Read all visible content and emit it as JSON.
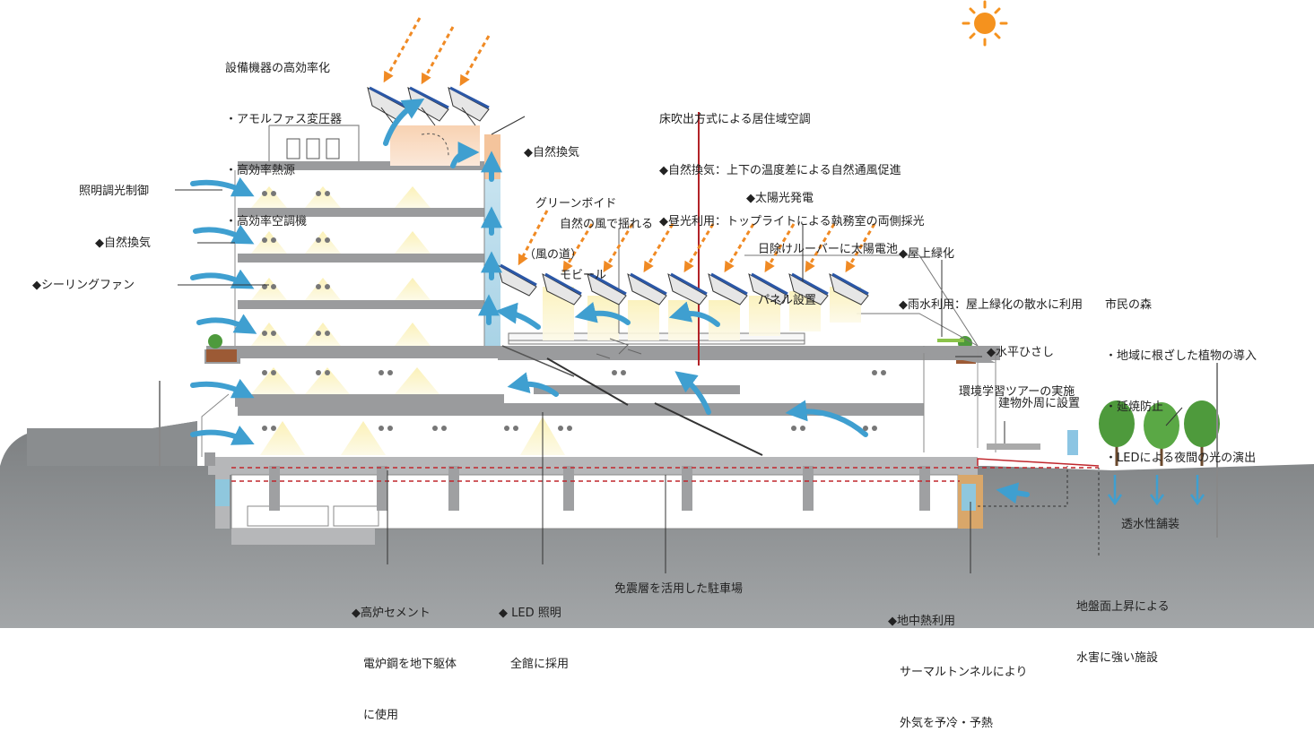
{
  "labels": {
    "equipment": [
      "設備機器の高効率化",
      "・アモルファス変圧器",
      "・高効率熱源",
      "・高効率空調機"
    ],
    "floor_ac": [
      "床吹出方式による居住域空調",
      "◆自然換気：上下の温度差による自然通風促進",
      "◆昼光利用：トップライトによる執務室の両側採光"
    ],
    "green_void": [
      "◆自然換気",
      "　グリーンボイド",
      "（風の道）"
    ],
    "lighting_control": "照明調光制御",
    "natural_vent": "◆自然換気",
    "ceiling_fan": "◆シーリングファン",
    "mobile": [
      "自然の風で揺れる",
      "モビール"
    ],
    "solar": [
      "◆太陽光発電",
      "　日除けルーバーに太陽電池",
      "　パネル設置"
    ],
    "rooftop": [
      "◆屋上緑化",
      "◆雨水利用：屋上緑化の散水に利用"
    ],
    "forest": [
      "市民の森",
      "・地域に根ざした植物の導入",
      "・延焼防止",
      "・LEDによる夜間の光の演出"
    ],
    "eaves": [
      "◆水平ひさし",
      "　建物外周に設置"
    ],
    "tour": "環境学習ツアーの実施",
    "permeable": "透水性舗装",
    "blast_furnace": [
      "◆高炉セメント",
      "　電炉鋼を地下躯体",
      "　に使用"
    ],
    "led": [
      "◆ LED 照明",
      "　全館に採用"
    ],
    "parking": "免震層を活用した駐車場",
    "geothermal": [
      "◆地中熱利用",
      "　サーマルトンネルにより",
      "　外気を予冷・予熱"
    ],
    "flood": [
      "地盤面上昇による",
      "水害に強い施設"
    ]
  },
  "colors": {
    "slab": "#9a9b9d",
    "ground": "#7c7f81",
    "wind": "#3f9fd0",
    "sunray": "#f08a24",
    "sun": "#f5921e",
    "light_cone": "#f6e9a8",
    "solar_panel": "#2b57a6",
    "tree": "#4e9a3c",
    "void": "#f6c8a3",
    "red_line": "#c0262c",
    "leader": "#333333"
  }
}
